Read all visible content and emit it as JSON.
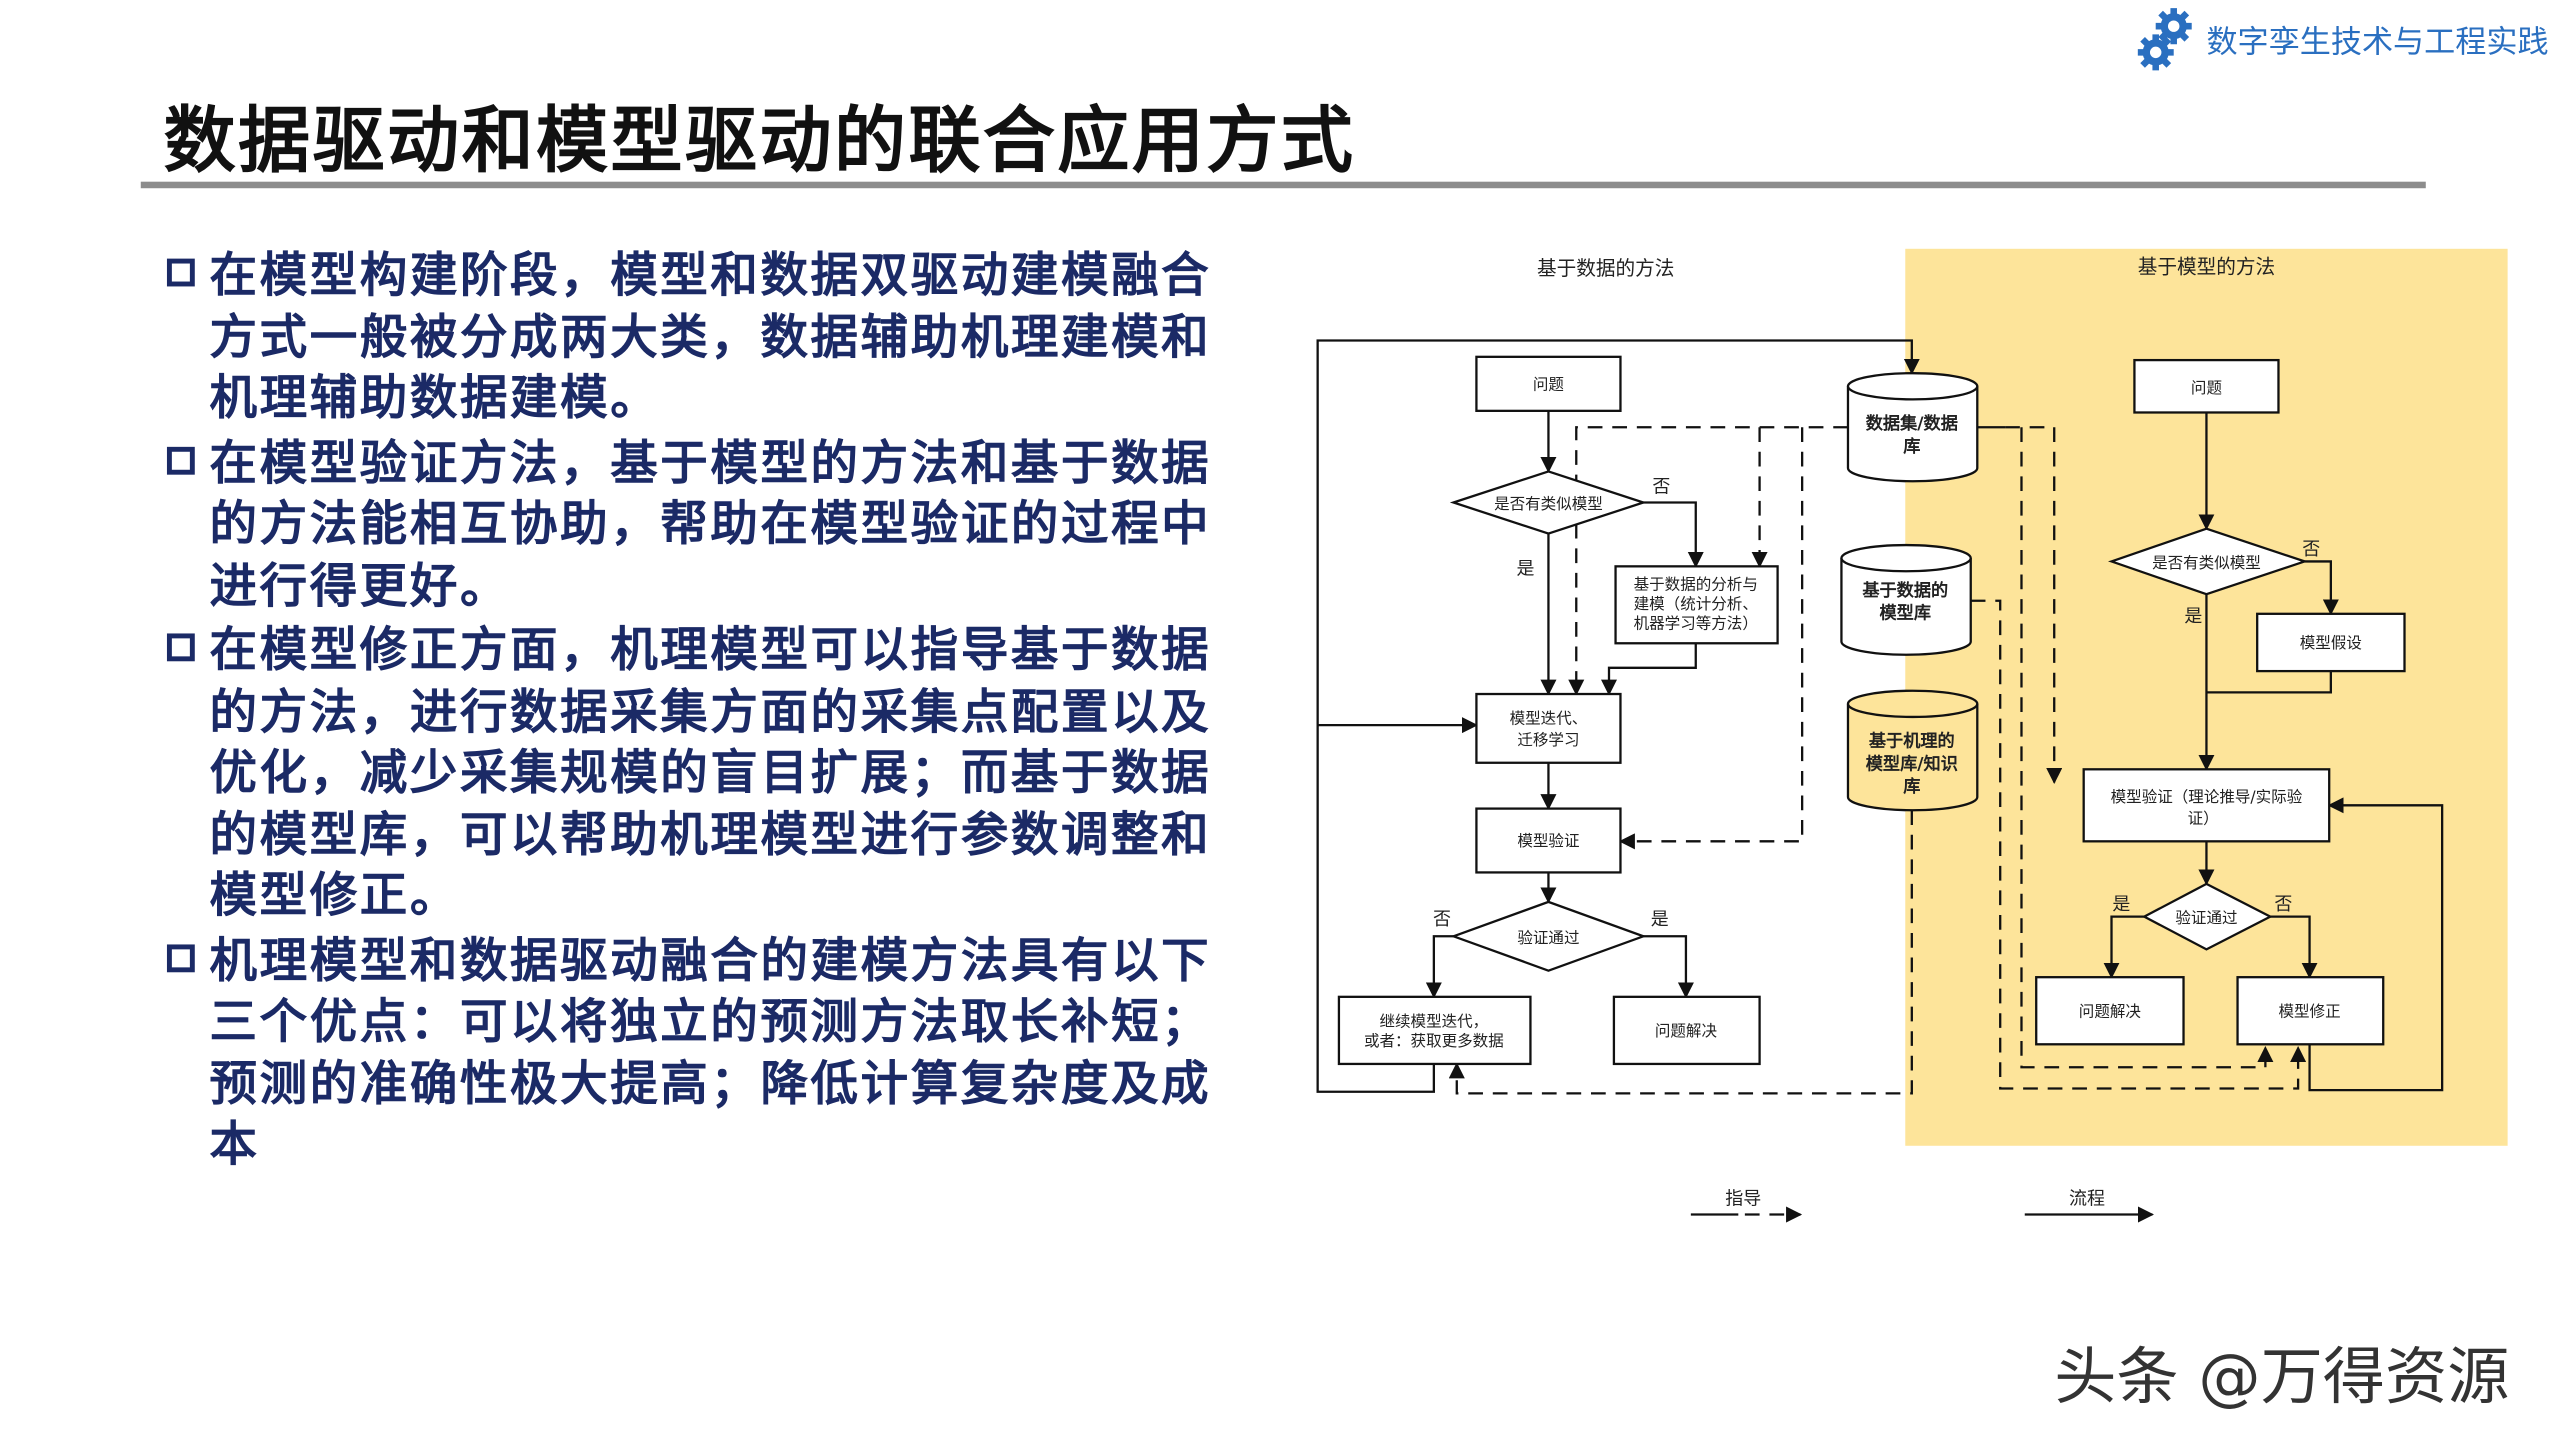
{
  "header": {
    "title": "数据驱动和模型驱动的联合应用方式",
    "brand": "数字孪生技术与工程实践"
  },
  "bullets": [
    {
      "lines": [
        "在模型构建阶段，模型和数据双驱动建模融合",
        "方式一般被分成两大类，数据辅助机理建模和",
        "机理辅助数据建模。"
      ]
    },
    {
      "lines": [
        "在模型验证方法，基于模型的方法和基于数据",
        "的方法能相互协助，帮助在模型验证的过程中",
        "进行得更好。"
      ]
    },
    {
      "lines": [
        "在模型修正方面，机理模型可以指导基于数据",
        "的方法，进行数据采集方面的采集点配置以及",
        "优化，减少采集规模的盲目扩展；而基于数据",
        "的模型库，可以帮助机理模型进行参数调整和",
        "模型修正。"
      ]
    },
    {
      "lines": [
        "机理模型和数据驱动融合的建模方法具有以下",
        "三个优点：可以将独立的预测方法取长补短；",
        "预测的准确性极大提高；降低计算复杂度及成",
        "本"
      ]
    }
  ],
  "diagram": {
    "left_title": "基于数据的方法",
    "right_title": "基于模型的方法",
    "left": {
      "problem": "问题",
      "similar": "是否有类似模型",
      "no": "否",
      "yes": "是",
      "analysis": [
        "基于数据的分析与",
        "建模（统计分析、",
        "机器学习等方法）"
      ],
      "iterate": [
        "模型迭代、",
        "迁移学习"
      ],
      "validate": "模型验证",
      "passed": "验证通过",
      "continue": [
        "继续模型迭代，",
        "或者：获取更多数据"
      ],
      "solved": "问题解决"
    },
    "stores": {
      "dataset": [
        "数据集/数据",
        "库"
      ],
      "data_models": [
        "基于数据的",
        "模型库"
      ],
      "mech_models": [
        "基于机理的",
        "模型库/知识",
        "库"
      ]
    },
    "right": {
      "problem": "问题",
      "similar": "是否有类似模型",
      "no": "否",
      "yes": "是",
      "assume": "模型假设",
      "validate": [
        "模型验证（理论推导/实际验",
        "证）"
      ],
      "passed": "验证通过",
      "solved": "问题解决",
      "correct": "模型修正"
    },
    "legend": {
      "guide": "指导",
      "flow": "流程"
    },
    "colors": {
      "model_area": "#fde49a",
      "text": "#1b2a66"
    }
  },
  "watermark": "头条 @万得资源"
}
